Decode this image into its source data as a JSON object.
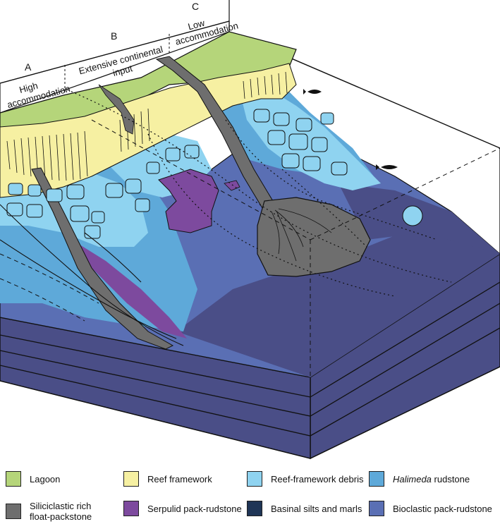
{
  "zones": [
    {
      "letter": "A",
      "label_lines": [
        "High",
        "accommodation"
      ]
    },
    {
      "letter": "B",
      "label_lines": [
        "Extensive continental",
        "input"
      ]
    },
    {
      "letter": "C",
      "label_lines": [
        "Low",
        "accommodation"
      ]
    }
  ],
  "legend": [
    {
      "label": "Lagoon",
      "color": "#b5d57a",
      "italic": ""
    },
    {
      "label": "Reef framework",
      "color": "#f6f0a2",
      "italic": ""
    },
    {
      "label": "Reef-framework debris",
      "color": "#8fd3f0",
      "italic": ""
    },
    {
      "label": " rudstone",
      "color": "#5ea9d9",
      "italic": "Halimeda"
    },
    {
      "label": "Siliciclastic rich\nfloat-packstone",
      "color": "#6e6e6e",
      "italic": ""
    },
    {
      "label": "Serpulid pack-rudstone",
      "color": "#7d4a9e",
      "italic": ""
    },
    {
      "label": "Basinal silts and marls",
      "color": "#1f3556",
      "italic": ""
    },
    {
      "label": "Bioclastic pack-rudstone",
      "color": "#5a6fb4",
      "italic": ""
    }
  ],
  "colors": {
    "lagoon": "#b5d57a",
    "reef": "#f6f0a2",
    "debris": "#8fd3f0",
    "halimeda": "#5ea9d9",
    "siliciclastic": "#6e6e6e",
    "serpulid": "#7d4a9e",
    "basinal": "#1f3556",
    "bioclastic": "#5a6fb4",
    "basin_floor": "#4a4e87"
  }
}
